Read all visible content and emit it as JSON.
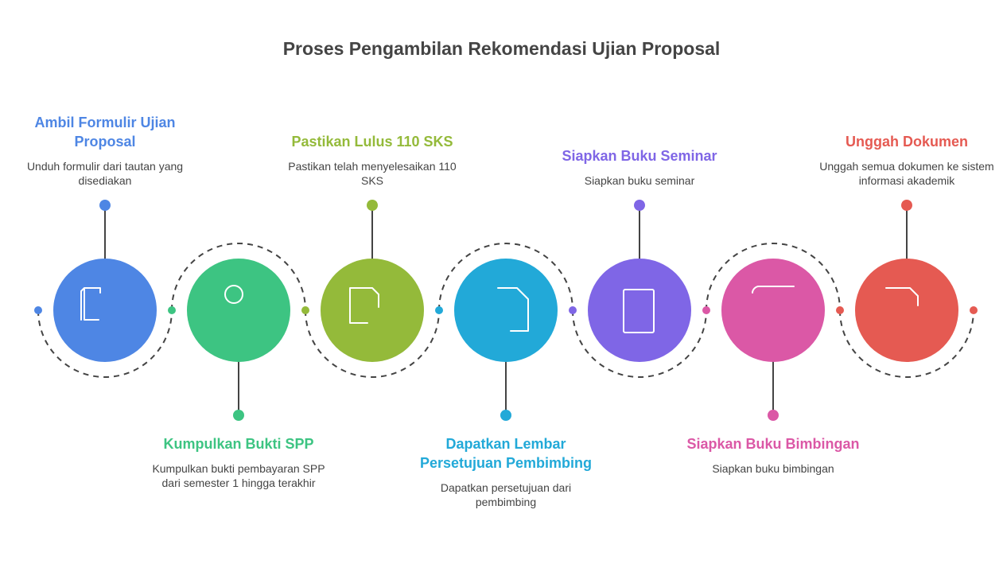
{
  "title": "Proses Pengambilan Rekomendasi Ujian Proposal",
  "connector_color": "#444444",
  "steps": [
    {
      "title": "Ambil Formulir Ujian Proposal",
      "description": "Unduh formulir dari tautan yang disediakan",
      "color": "#4E86E4",
      "icon": "document-graduate-icon",
      "label_position": "top"
    },
    {
      "title": "Kumpulkan Bukti SPP",
      "description": "Kumpulkan bukti pembayaran SPP dari semester 1 hingga terakhir",
      "color": "#3DC482",
      "icon": "person-payment-cards-icon",
      "label_position": "bottom"
    },
    {
      "title": "Pastikan Lulus 110 SKS",
      "description": "Pastikan telah menyelesaikan 110 SKS",
      "color": "#94BA3A",
      "icon": "grades-sheet-graduate-icon",
      "label_position": "top"
    },
    {
      "title": "Dapatkan Lembar Persetujuan Pembimbing",
      "description": "Dapatkan persetujuan dari pembimbing",
      "color": "#22A9D8",
      "icon": "stamp-document-icon",
      "label_position": "bottom"
    },
    {
      "title": "Siapkan Buku Seminar",
      "description": "Siapkan buku seminar",
      "color": "#7F66E6",
      "icon": "notebook-icon",
      "label_position": "top"
    },
    {
      "title": "Siapkan Buku Bimbingan",
      "description": "Siapkan buku bimbingan",
      "color": "#DB58A6",
      "icon": "book-pencil-icon",
      "label_position": "bottom"
    },
    {
      "title": "Unggah Dokumen",
      "description": "Unggah semua dokumen ke sistem informasi akademik",
      "color": "#E55A52",
      "icon": "document-upload-icon",
      "label_position": "top"
    }
  ]
}
